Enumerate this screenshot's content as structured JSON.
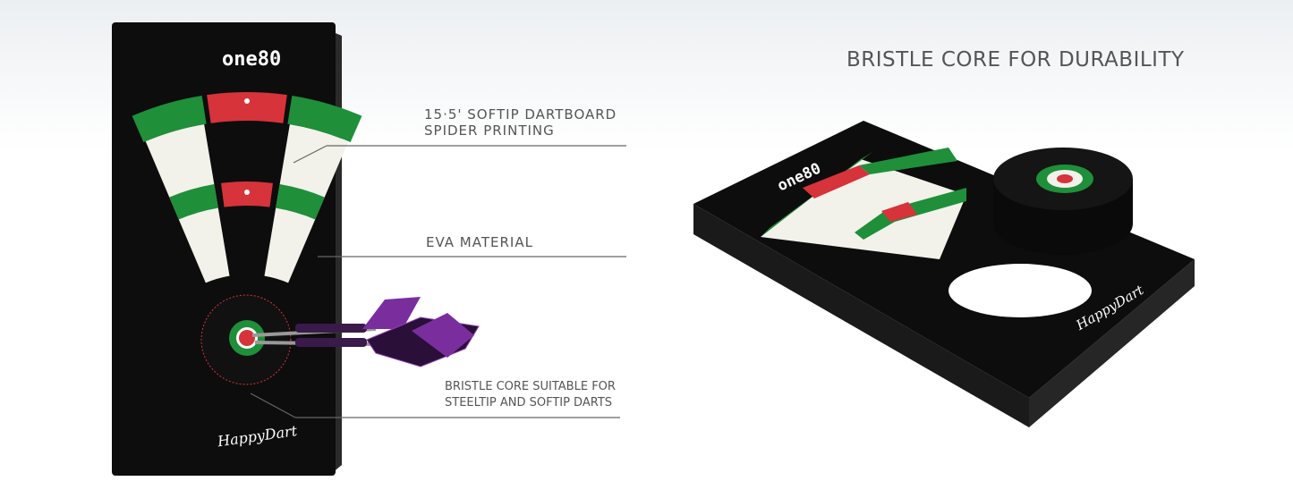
{
  "heading": "BRISTLE CORE FOR DURABILITY",
  "callouts": [
    {
      "text": "15·5' SOFTIP DARTBOARD\nSPIDER PRINTING"
    },
    {
      "text": "EVA MATERIAL"
    },
    {
      "text": "BRISTLE CORE SUITABLE FOR\nSTEELTIP AND SOFTIP DARTS"
    }
  ],
  "brand_logo": "one80",
  "product_logo": "HappyDart",
  "colors": {
    "board": "#0d0d0d",
    "green": "#1f8f3a",
    "red": "#d6333a",
    "cream": "#f2f1ea",
    "dart": "#7a2e9e"
  }
}
